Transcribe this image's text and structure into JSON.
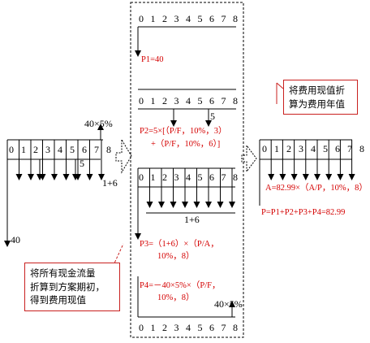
{
  "timeline_ticks": [
    "0",
    "1",
    "2",
    "3",
    "4",
    "5",
    "6",
    "7",
    "8"
  ],
  "left_diagram": {
    "top_label": "40×5%",
    "inner_label": "5",
    "right_label": "1+6",
    "bottom_label": "40"
  },
  "panel_p1": {
    "formula": "P1=40"
  },
  "panel_p2": {
    "arrow_label": "5",
    "formula_line1": "P2=5×[（P/F，10%，3）",
    "formula_line2": "+（P/F，10%，6）]"
  },
  "panel_p3": {
    "arrow_label": "1+6",
    "formula_line1": "P3=（1+6）×（P/A，",
    "formula_line2": "10%，8）"
  },
  "panel_p4": {
    "formula_line1": "P4=－40×5%×（P/F，",
    "formula_line2": "10%，8）",
    "arrow_label": "40×5%"
  },
  "right_diagram": {
    "formula_a": "A=82.99×（A/P，10%，8）",
    "formula_p": "P=P1+P2+P3+P4=82.99"
  },
  "note_bottom": {
    "lines": [
      "将所有现金流量",
      "折算到方案期初，",
      "得到费用现值"
    ]
  },
  "note_top": {
    "lines": [
      "将费用现值折",
      "算为费用年值"
    ]
  },
  "colors": {
    "formula": "#d40000",
    "note_border": "#c9201f",
    "stroke": "#000000"
  }
}
